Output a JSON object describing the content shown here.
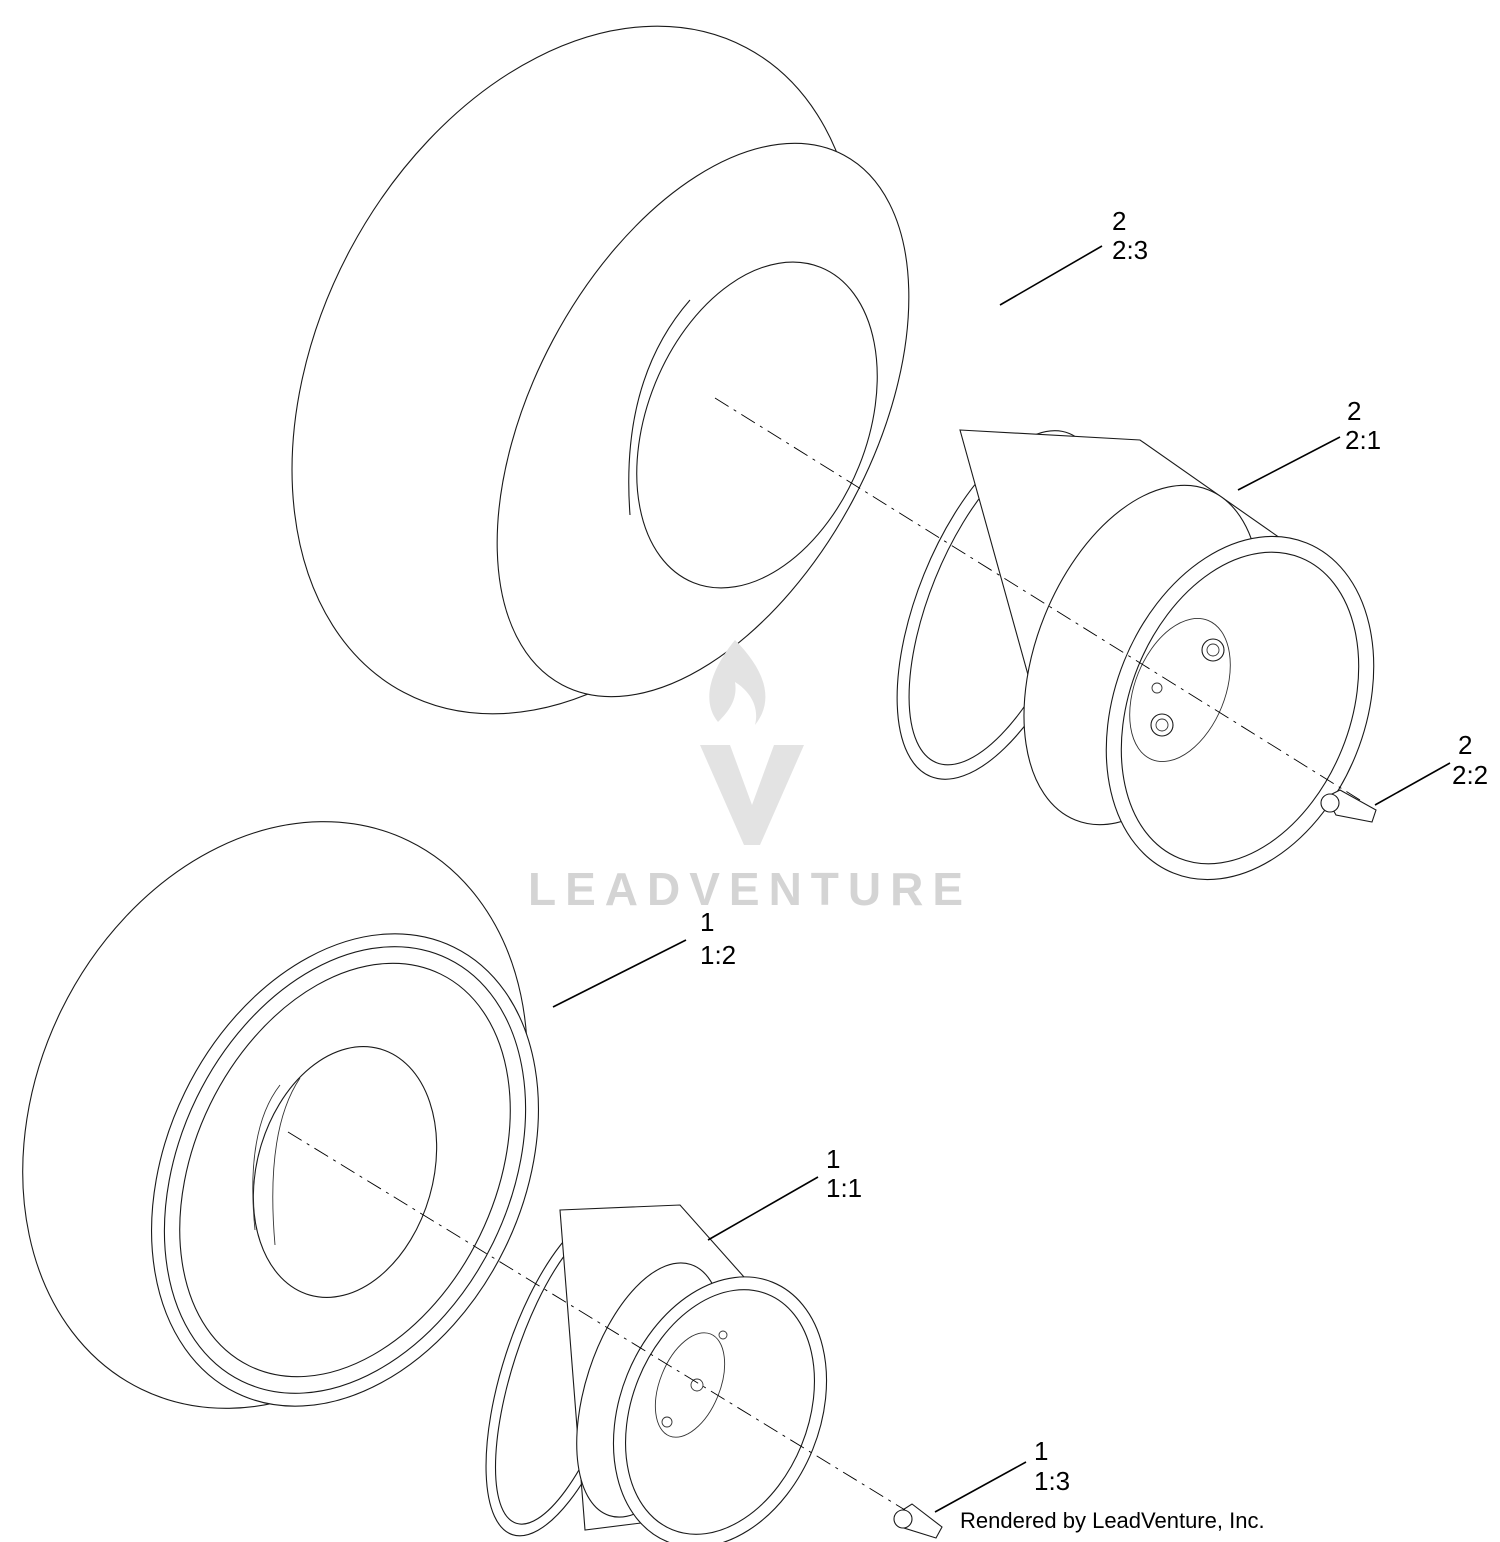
{
  "callouts": [
    {
      "id": "rear-tire",
      "num": "2",
      "ref": "2:3"
    },
    {
      "id": "rear-rim",
      "num": "2",
      "ref": "2:1"
    },
    {
      "id": "rear-valve",
      "num": "2",
      "ref": "2:2"
    },
    {
      "id": "front-tire",
      "num": "1",
      "ref": "1:2"
    },
    {
      "id": "front-rim",
      "num": "1",
      "ref": "1:1"
    },
    {
      "id": "front-valve",
      "num": "1",
      "ref": "1:3"
    }
  ],
  "watermark": {
    "text": "LEADVENTURE"
  },
  "credit": {
    "text": "Rendered by LeadVenture, Inc."
  },
  "colors": {
    "line": "#1a1a1a",
    "watermark": "#d4d4d4",
    "background": "#ffffff"
  }
}
